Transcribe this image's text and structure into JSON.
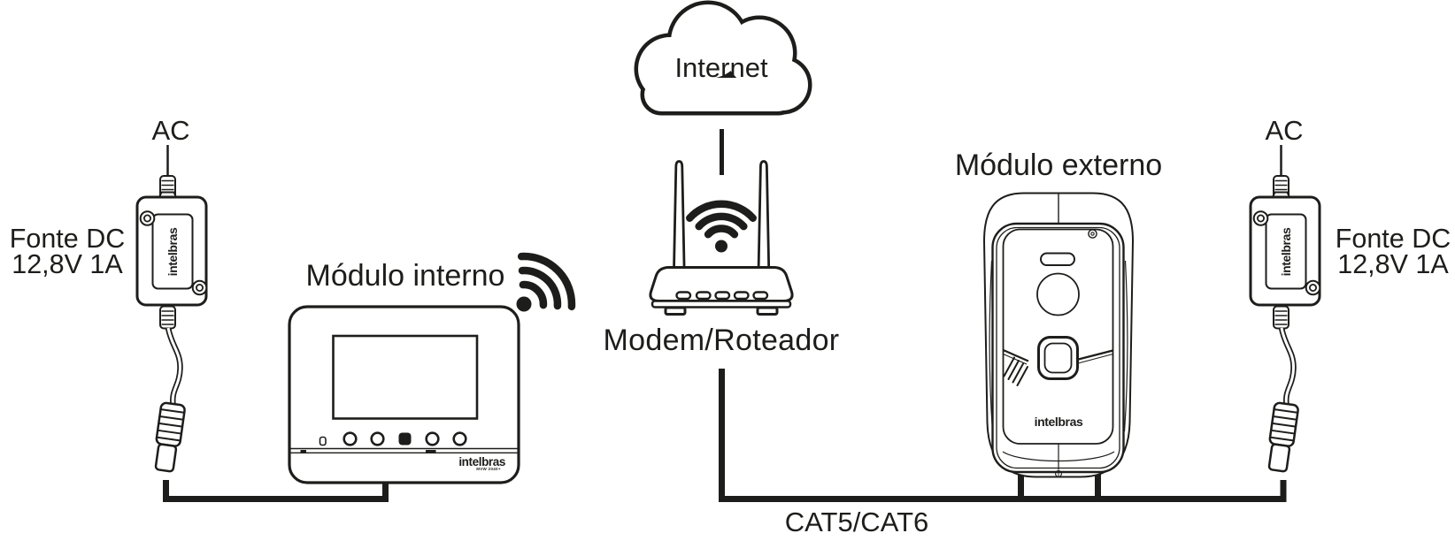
{
  "colors": {
    "ink": "#1d1d1b",
    "background": "#ffffff"
  },
  "labels": {
    "internet": "Internet",
    "modem_router": "Modem/Roteador",
    "cable": "CAT5/CAT6",
    "internal_module": "Módulo interno",
    "external_module": "Módulo externo"
  },
  "left_supply": {
    "ac": "AC",
    "name_line1": "Fonte DC",
    "name_line2": "12,8V 1A",
    "brand": "intelbras"
  },
  "right_supply": {
    "ac": "AC",
    "name_line1": "Fonte DC",
    "name_line2": "12,8V 1A",
    "brand": "intelbras"
  },
  "internal_module": {
    "brand": "intelbras",
    "model": "MVW 2040+"
  },
  "external_module": {
    "brand": "intelbras"
  },
  "icons": {
    "internet_cloud": "cloud-outline",
    "router": "wifi-router",
    "wifi": "wifi-waves",
    "monitor_wifi": "wifi-waves-tilted"
  }
}
